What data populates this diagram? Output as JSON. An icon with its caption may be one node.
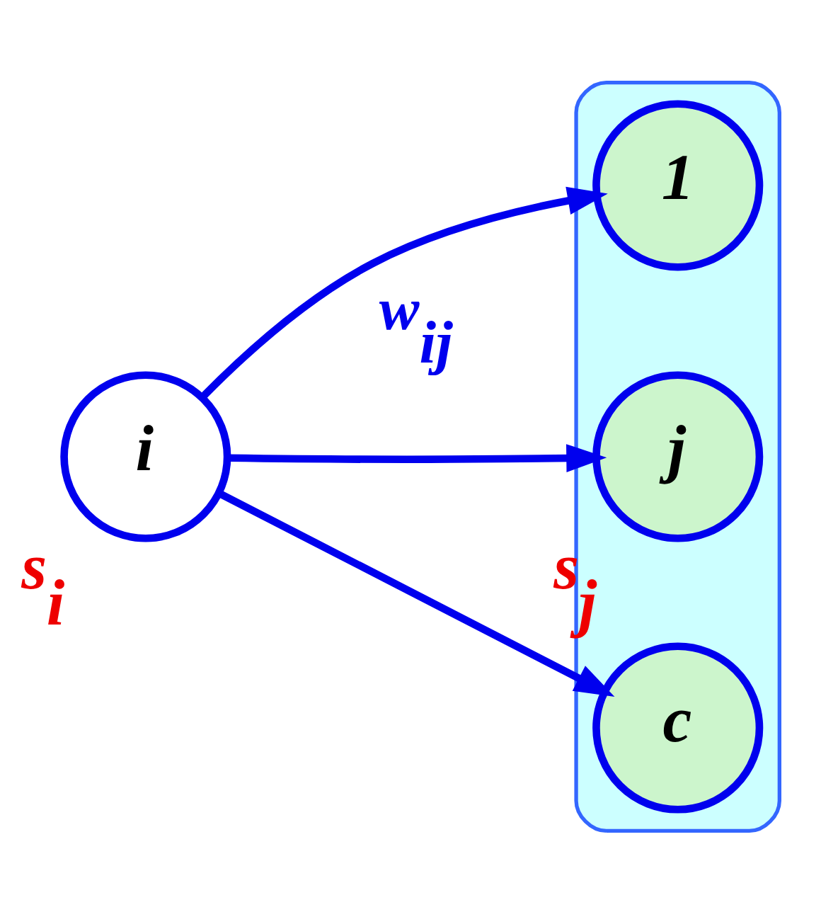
{
  "diagram": {
    "nodes": [
      {
        "text": [],
        "shape": "cloud"
      },
      {
        "text": [
          "i"
        ],
        "beside": [
          "s$_{i}$"
        ]
      },
      {
        "text": [
          "1"
        ],
        "in": 0
      },
      {
        "text": [
          "j"
        ],
        "in": 0,
        "beside": [
          "s$_{j}$"
        ]
      },
      {
        "text": [
          "c"
        ],
        "in": 0
      }
    ],
    "edges": [
      {
        "from": 1,
        "to": 2,
        "arrow": "to"
      },
      {
        "from": 1,
        "to": 3,
        "arrow": "to",
        "label": "w$_{ij}$"
      },
      {
        "from": 1,
        "to": 4,
        "arrow": "to"
      }
    ]
  }
}
